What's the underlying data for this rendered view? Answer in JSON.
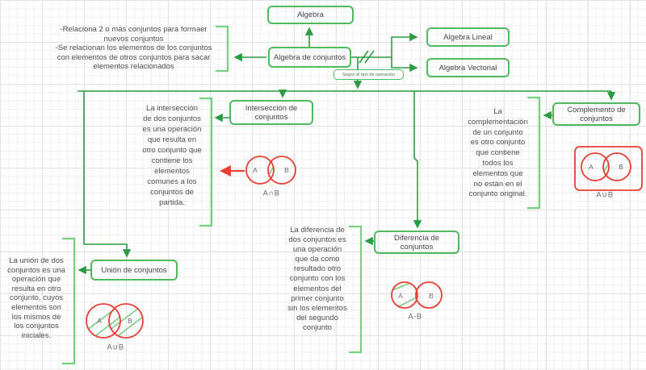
{
  "title": "Mapa conceptual: Algebra de conjuntos",
  "palette": {
    "node_border": "#4fba60",
    "connector_green": "#2c9b43",
    "bracket_green": "#74d180",
    "venn_red": "#ea3e32",
    "venn_hatch_green": "#7ecb82",
    "text_gray": "#4f4f4f"
  },
  "nodes": {
    "algebra": {
      "label": "Algebra"
    },
    "algebra_de_conjuntos": {
      "label": "Algebra de conjuntos"
    },
    "segun_tipo_operacion": {
      "label": "Según el tipo de operación"
    },
    "algebra_lineal": {
      "label": "Algebra Lineal"
    },
    "algebra_vectorial": {
      "label": "Algebra Vectorial"
    },
    "interseccion": {
      "label": "Intersección de\nconjuntos"
    },
    "complemento": {
      "label": "Complemento de\nconjuntos"
    },
    "union": {
      "label": "Unión de conjuntos"
    },
    "diferencia": {
      "label": "Diferencia de\nconjuntos"
    }
  },
  "descriptions": {
    "algebra_de_conjuntos": "-Relaciona 2 o más conjuntos para formaer\nnuevos conjuntos\n-Se relacionan los elementos de los conjuntos\ncon elementos de otros conjuntos para sacar\nelementos relacionados",
    "interseccion": "La intersección\nde dos conjuntos\nes una operación\nque resulta en\notro conjunto que\ncontiene los\nelementos\ncomunes a los\nconjuntos de\npartida.",
    "complemento": "La\ncomplementación\nde un conjunto\nes otro conjunto\nque contiene\ntodos los\nelementos que\nno están en el\nconjunto original.",
    "union": "La unión de dos\nconjuntos es una\noperación que\nresulta en otro\nconjunto, cuyos\nelementos son\nlos mismos de\nlos conjuntos\niniciales.",
    "diferencia": "La diferencia de\ndos conjuntos es\nuna operación\nque da como\nresultado otro\nconjunto con los\nelementos del\nprimer conjunto\nsin los elementos\ndel segundo\nconjunto"
  },
  "venn": {
    "interseccion": {
      "left_label": "A",
      "right_label": "B",
      "caption": "A∩B"
    },
    "complemento": {
      "left_label": "A",
      "right_label": "B",
      "caption": "A∪B"
    },
    "union": {
      "left_label": "A",
      "right_label": "B",
      "caption": "A∪B"
    },
    "diferencia": {
      "left_label": "A",
      "right_label": "B",
      "caption": "A-B"
    }
  }
}
